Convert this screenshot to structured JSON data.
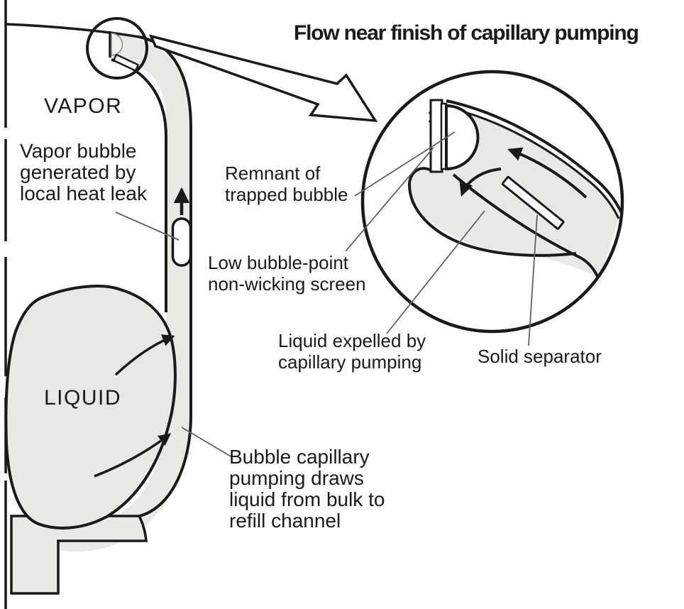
{
  "figure": {
    "inset_title": "Flow near finish of capillary pumping",
    "colors": {
      "line": "#1a1a1a",
      "liquid_fill": "#e8e8e5",
      "leader_line": "#606060",
      "background": "#ffffff"
    },
    "main_diagram": {
      "vapor_label": "VAPOR",
      "liquid_label": "LIQUID",
      "annotations": {
        "vapor_bubble": "Vapor bubble\ngenerated by\nlocal heat leak",
        "bubble_capillary": "Bubble capillary\npumping draws\nliquid from bulk to\nrefill channel"
      }
    },
    "inset_diagram": {
      "annotations": {
        "remnant": "Remnant of\ntrapped bubble",
        "screen": "Low bubble-point\nnon-wicking screen",
        "expelled": "Liquid expelled by\ncapillary pumping",
        "separator": "Solid separator"
      }
    }
  }
}
